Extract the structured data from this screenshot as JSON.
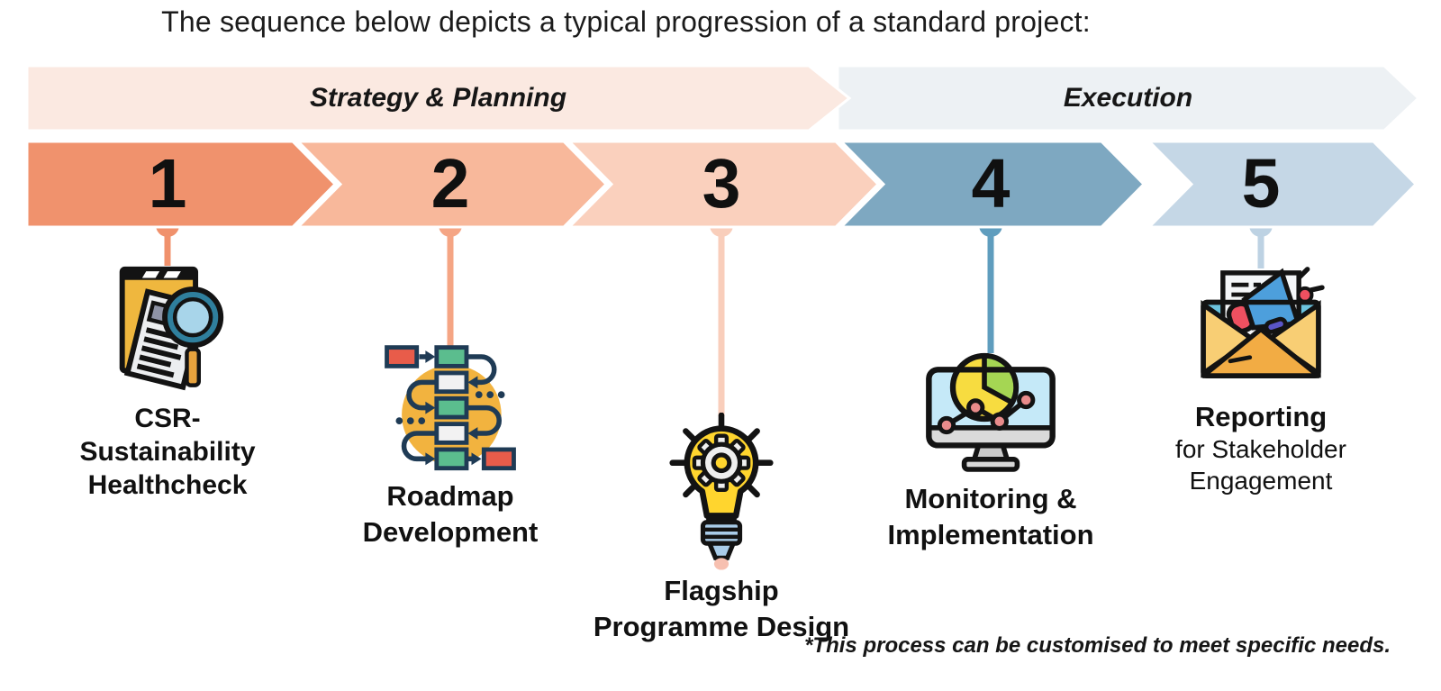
{
  "title": "The sequence below depicts a typical progression of a standard project:",
  "footnote": "*This process can be customised to meet specific needs.",
  "phases": [
    {
      "label": "Strategy & Planning",
      "band_color": "#FBE9E1"
    },
    {
      "label": "Execution",
      "band_color": "#EDF1F4"
    }
  ],
  "steps": [
    {
      "number": "1",
      "arrow_color": "#F0926D",
      "connector_color": "#F0916C",
      "icon": "document-magnifier-icon",
      "lines": [
        "CSR-",
        "Sustainability",
        "Healthcheck"
      ]
    },
    {
      "number": "2",
      "arrow_color": "#F8B89B",
      "connector_color": "#F5A584",
      "icon": "roadmap-flowchart-icon",
      "lines": [
        "Roadmap",
        "Development"
      ]
    },
    {
      "number": "3",
      "arrow_color": "#FAD0BD",
      "connector_color": "#F9CEBB",
      "icon": "lightbulb-gear-icon",
      "lines": [
        "Flagship",
        "Programme Design"
      ]
    },
    {
      "number": "4",
      "arrow_color": "#7EA8C1",
      "connector_color": "#5F9DBE",
      "icon": "analytics-monitor-icon",
      "lines": [
        "Monitoring &",
        "Implementation"
      ]
    },
    {
      "number": "5",
      "arrow_color": "#C5D7E6",
      "connector_color": "#BDD2E3",
      "icon": "envelope-megaphone-icon",
      "lines": [
        "Reporting",
        "for Stakeholder",
        "Engagement"
      ]
    }
  ]
}
